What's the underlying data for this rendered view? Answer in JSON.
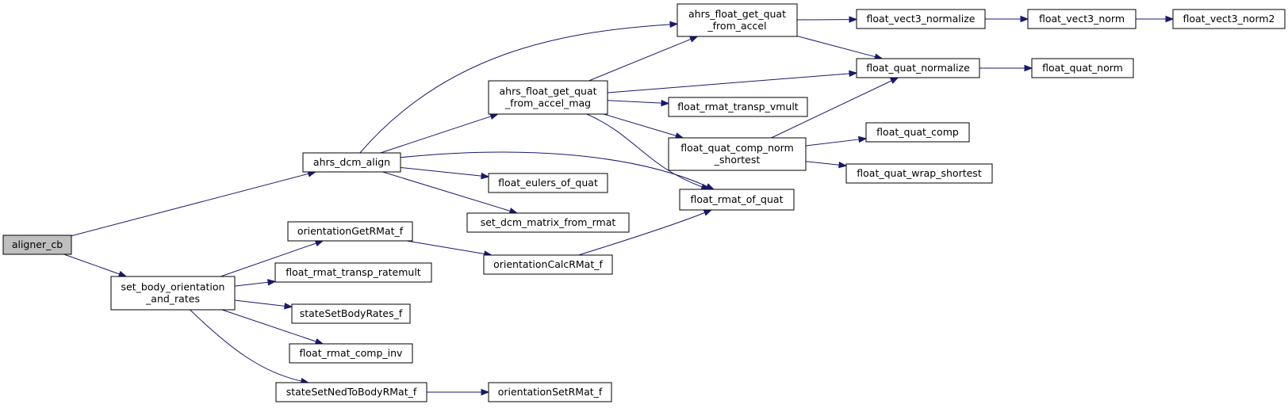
{
  "graph": {
    "nodes": [
      {
        "id": "aligner_cb",
        "lines": [
          "aligner_cb"
        ],
        "root": true
      },
      {
        "id": "ahrs_dcm_align",
        "lines": [
          "ahrs_dcm_align"
        ]
      },
      {
        "id": "set_body_orientation_and_rates",
        "lines": [
          "set_body_orientation",
          "_and_rates"
        ]
      },
      {
        "id": "ahrs_float_get_quat_from_accel",
        "lines": [
          "ahrs_float_get_quat",
          "_from_accel"
        ]
      },
      {
        "id": "ahrs_float_get_quat_from_accel_mag",
        "lines": [
          "ahrs_float_get_quat",
          "_from_accel_mag"
        ]
      },
      {
        "id": "float_eulers_of_quat",
        "lines": [
          "float_eulers_of_quat"
        ]
      },
      {
        "id": "set_dcm_matrix_from_rmat",
        "lines": [
          "set_dcm_matrix_from_rmat"
        ]
      },
      {
        "id": "float_rmat_of_quat",
        "lines": [
          "float_rmat_of_quat"
        ]
      },
      {
        "id": "float_vect3_normalize",
        "lines": [
          "float_vect3_normalize"
        ]
      },
      {
        "id": "float_vect3_norm",
        "lines": [
          "float_vect3_norm"
        ]
      },
      {
        "id": "float_vect3_norm2",
        "lines": [
          "float_vect3_norm2"
        ]
      },
      {
        "id": "float_quat_normalize",
        "lines": [
          "float_quat_normalize"
        ]
      },
      {
        "id": "float_quat_norm",
        "lines": [
          "float_quat_norm"
        ]
      },
      {
        "id": "float_rmat_transp_vmult",
        "lines": [
          "float_rmat_transp_vmult"
        ]
      },
      {
        "id": "float_quat_comp_norm_shortest",
        "lines": [
          "float_quat_comp_norm",
          "_shortest"
        ]
      },
      {
        "id": "float_quat_comp",
        "lines": [
          "float_quat_comp"
        ]
      },
      {
        "id": "float_quat_wrap_shortest",
        "lines": [
          "float_quat_wrap_shortest"
        ]
      },
      {
        "id": "orientationGetRMat_f",
        "lines": [
          "orientationGetRMat_f"
        ]
      },
      {
        "id": "orientationCalcRMat_f",
        "lines": [
          "orientationCalcRMat_f"
        ]
      },
      {
        "id": "float_rmat_transp_ratemult",
        "lines": [
          "float_rmat_transp_ratemult"
        ]
      },
      {
        "id": "stateSetBodyRates_f",
        "lines": [
          "stateSetBodyRates_f"
        ]
      },
      {
        "id": "float_rmat_comp_inv",
        "lines": [
          "float_rmat_comp_inv"
        ]
      },
      {
        "id": "stateSetNedToBodyRMat_f",
        "lines": [
          "stateSetNedToBodyRMat_f"
        ]
      },
      {
        "id": "orientationSetRMat_f",
        "lines": [
          "orientationSetRMat_f"
        ]
      }
    ],
    "edges": [
      {
        "from": "aligner_cb",
        "to": "ahrs_dcm_align"
      },
      {
        "from": "aligner_cb",
        "to": "set_body_orientation_and_rates"
      },
      {
        "from": "ahrs_dcm_align",
        "to": "ahrs_float_get_quat_from_accel"
      },
      {
        "from": "ahrs_dcm_align",
        "to": "ahrs_float_get_quat_from_accel_mag"
      },
      {
        "from": "ahrs_dcm_align",
        "to": "float_eulers_of_quat"
      },
      {
        "from": "ahrs_dcm_align",
        "to": "set_dcm_matrix_from_rmat"
      },
      {
        "from": "ahrs_dcm_align",
        "to": "float_rmat_of_quat"
      },
      {
        "from": "ahrs_float_get_quat_from_accel",
        "to": "float_vect3_normalize"
      },
      {
        "from": "ahrs_float_get_quat_from_accel",
        "to": "float_quat_normalize"
      },
      {
        "from": "float_vect3_normalize",
        "to": "float_vect3_norm"
      },
      {
        "from": "float_vect3_norm",
        "to": "float_vect3_norm2"
      },
      {
        "from": "float_quat_normalize",
        "to": "float_quat_norm"
      },
      {
        "from": "ahrs_float_get_quat_from_accel_mag",
        "to": "ahrs_float_get_quat_from_accel"
      },
      {
        "from": "ahrs_float_get_quat_from_accel_mag",
        "to": "float_quat_normalize"
      },
      {
        "from": "ahrs_float_get_quat_from_accel_mag",
        "to": "float_rmat_transp_vmult"
      },
      {
        "from": "ahrs_float_get_quat_from_accel_mag",
        "to": "float_quat_comp_norm_shortest"
      },
      {
        "from": "ahrs_float_get_quat_from_accel_mag",
        "to": "float_rmat_of_quat"
      },
      {
        "from": "float_quat_comp_norm_shortest",
        "to": "float_quat_normalize"
      },
      {
        "from": "float_quat_comp_norm_shortest",
        "to": "float_quat_comp"
      },
      {
        "from": "float_quat_comp_norm_shortest",
        "to": "float_quat_wrap_shortest"
      },
      {
        "from": "set_body_orientation_and_rates",
        "to": "orientationGetRMat_f"
      },
      {
        "from": "set_body_orientation_and_rates",
        "to": "float_rmat_transp_ratemult"
      },
      {
        "from": "set_body_orientation_and_rates",
        "to": "stateSetBodyRates_f"
      },
      {
        "from": "set_body_orientation_and_rates",
        "to": "float_rmat_comp_inv"
      },
      {
        "from": "set_body_orientation_and_rates",
        "to": "stateSetNedToBodyRMat_f"
      },
      {
        "from": "orientationGetRMat_f",
        "to": "orientationCalcRMat_f"
      },
      {
        "from": "orientationCalcRMat_f",
        "to": "float_rmat_of_quat"
      },
      {
        "from": "stateSetNedToBodyRMat_f",
        "to": "orientationSetRMat_f"
      }
    ]
  }
}
